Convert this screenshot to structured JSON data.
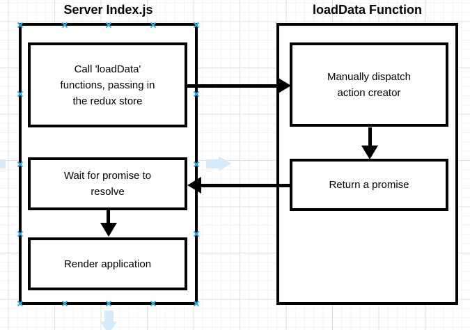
{
  "diagram": {
    "groups": [
      {
        "id": "server-index",
        "title": "Server Index.js",
        "nodes": [
          {
            "id": "call-loaddata",
            "label": "Call 'loadData'\nfunctions, passing in\nthe redux store"
          },
          {
            "id": "wait-promise",
            "label": "Wait for promise to\nresolve"
          },
          {
            "id": "render-app",
            "label": "Render application"
          }
        ]
      },
      {
        "id": "loaddata-function",
        "title": "loadData Function",
        "nodes": [
          {
            "id": "dispatch-action",
            "label": "Manually dispatch\naction creator"
          },
          {
            "id": "return-promise",
            "label": "Return a promise"
          }
        ]
      }
    ],
    "connections": [
      {
        "from": "call-loaddata",
        "to": "dispatch-action"
      },
      {
        "from": "dispatch-action",
        "to": "return-promise"
      },
      {
        "from": "return-promise",
        "to": "wait-promise"
      },
      {
        "from": "wait-promise",
        "to": "render-app"
      }
    ],
    "colors": {
      "stroke": "#000000",
      "text": "#000000",
      "node_fill": "#ffffff",
      "canvas_bg": "#ffffff",
      "connection_point": "#29b6f2",
      "hover_arrow": "#d6eafa",
      "grid_minor": "#f3f3f3",
      "grid_major": "#e0e0e0"
    }
  }
}
